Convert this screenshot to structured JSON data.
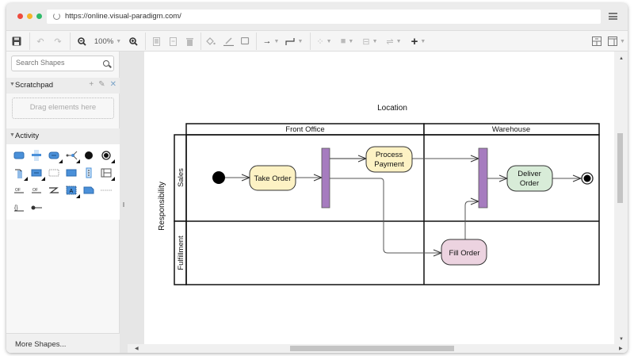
{
  "browser": {
    "url": "https://online.visual-paradigm.com/"
  },
  "toolbar": {
    "zoom_level": "100%",
    "icons": [
      "save-icon",
      "undo-icon",
      "redo-icon",
      "zoom-out-icon",
      "zoom-in-icon",
      "copy-icon",
      "paste-icon",
      "delete-icon",
      "fill-color-icon",
      "line-color-icon",
      "shadow-icon",
      "connector-style-icon",
      "waypoint-style-icon",
      "arrange-icon",
      "layer-icon",
      "align-icon",
      "distribute-icon",
      "insert-icon",
      "format-panel-icon",
      "layout-panel-icon"
    ]
  },
  "sidebar": {
    "search_placeholder": "Search Shapes",
    "scratchpad": {
      "title": "Scratchpad",
      "drop_hint": "Drag elements here"
    },
    "activity": {
      "title": "Activity",
      "shapes": [
        "action",
        "fork-node",
        "call-behavior",
        "decision",
        "initial-node",
        "final-node",
        "send-signal",
        "accept-event",
        "region",
        "object-node",
        "pin",
        "partition",
        "object-flow",
        "control-flow",
        "exception-handler",
        "activity-parameter",
        "note",
        "dashed-line",
        "expansion-region",
        "pin-connector"
      ]
    },
    "more_shapes": "More Shapes..."
  },
  "diagram": {
    "title": "Location",
    "row_header": "Responsibility",
    "columns": [
      "Front Office",
      "Warehouse"
    ],
    "rows": [
      "Sales",
      "Fulfillment"
    ],
    "nodes": {
      "take_order": "Take Order",
      "process_payment_1": "Process",
      "process_payment_2": "Payment",
      "deliver_order_1": "Deliver",
      "deliver_order_2": "Order",
      "fill_order": "Fill Order"
    },
    "colors": {
      "action_yellow": "#fdf2c4",
      "action_green": "#d8ecd8",
      "action_pink": "#ecd3e0",
      "fork_bar": "#a67cbf"
    }
  }
}
